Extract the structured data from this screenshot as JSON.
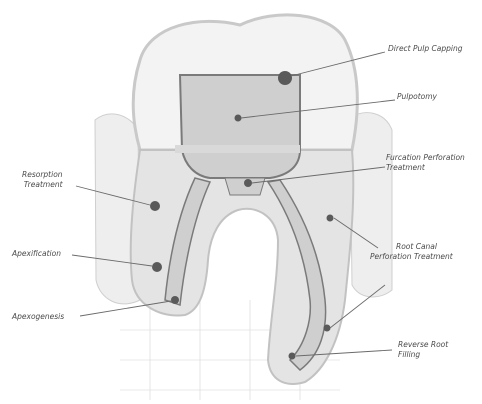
{
  "figure": "tooth cross-section",
  "labels": {
    "direct_pulp_capping": "Direct Pulp Capping",
    "pulpotomy": "Pulpotomy",
    "resorption_treatment": [
      "Resorption",
      "Treatment"
    ],
    "furcation_perforation": [
      "Furcation Perforation",
      "Treatment"
    ],
    "apexification": "Apexification",
    "root_canal_perforation": [
      "Root Canal",
      "Perforation Treatment"
    ],
    "apexogenesis": "Apexogenesis",
    "reverse_root_filling": [
      "Reverse Root",
      "Filling"
    ]
  },
  "colors": {
    "enamel_stroke": "#c9c9c9",
    "enamel_fill": "#f3f3f3",
    "dentin_fill": "#e4e4e4",
    "pulp_fill": "#cfcfcf",
    "pulp_stroke": "#7a7a7a",
    "marker": "#5a5a5a",
    "leader": "#6a6a6a",
    "grid": "#d6d6d6"
  }
}
